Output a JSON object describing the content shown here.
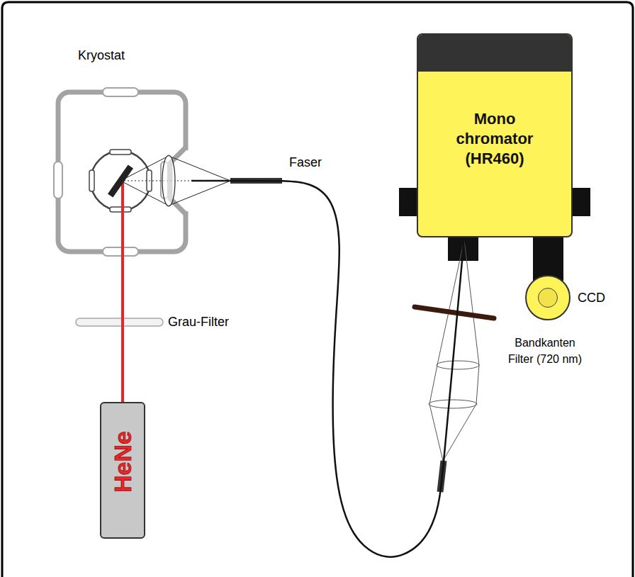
{
  "diagram": {
    "nodes": [
      {
        "text": [
          "Kryostat"
        ]
      },
      {
        "text": [
          "Mono chromator (HR460)"
        ]
      },
      {
        "text": [
          "CCD"
        ]
      },
      {
        "text": [
          "HeNe"
        ]
      }
    ],
    "edges": [
      {
        "from": 3,
        "to": 0,
        "arrow": "none"
      },
      {
        "from": 0,
        "to": 1,
        "arrow": "none"
      }
    ],
    "labels": [
      "Faser",
      "Grau-Filter",
      "Bandkanten Filter (720 nm)"
    ]
  }
}
